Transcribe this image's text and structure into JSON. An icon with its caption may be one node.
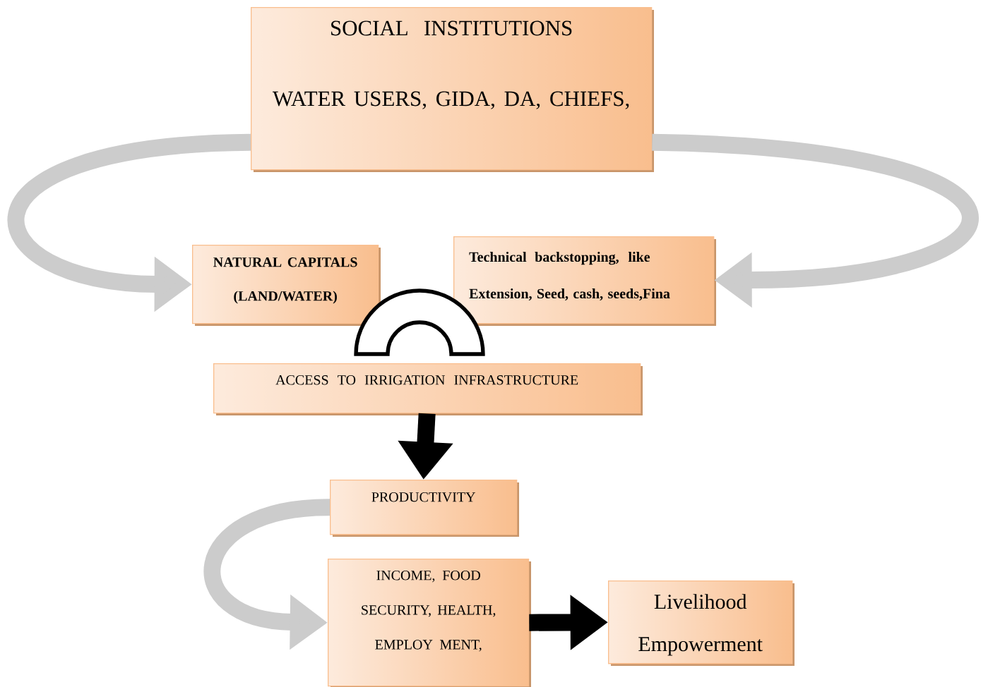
{
  "diagram": {
    "nodes": [
      {
        "text": [
          "SOCIAL INSTITUTIONS",
          "WATER USERS, GIDA, DA, CHIEFS,"
        ]
      },
      {
        "text": [
          "NATURAL CAPITALS (LAND/WATER)"
        ]
      },
      {
        "text": [
          "Technical backstopping, like Extension, Seed, cash, seeds,Fina"
        ]
      },
      {
        "text": [
          "ACCESS TO IRRIGATION INFRASTRUCTURE"
        ]
      },
      {
        "text": [
          "PRODUCTIVITY"
        ]
      },
      {
        "text": [
          "INCOME, FOOD SECURITY, HEALTH, EMPLOY MENT,"
        ]
      },
      {
        "text": [
          "Livelihood Empowerment"
        ]
      }
    ],
    "edges": [
      {
        "from": 0,
        "to": 1,
        "arrow": "to"
      },
      {
        "from": 0,
        "to": 2,
        "arrow": "to"
      },
      {
        "from": 3,
        "to": 4,
        "arrow": "to",
        "color": "#000000"
      },
      {
        "from": 4,
        "to": 5,
        "arrow": "to"
      },
      {
        "from": 5,
        "to": 6,
        "arrow": "to",
        "color": "#000000"
      }
    ]
  }
}
